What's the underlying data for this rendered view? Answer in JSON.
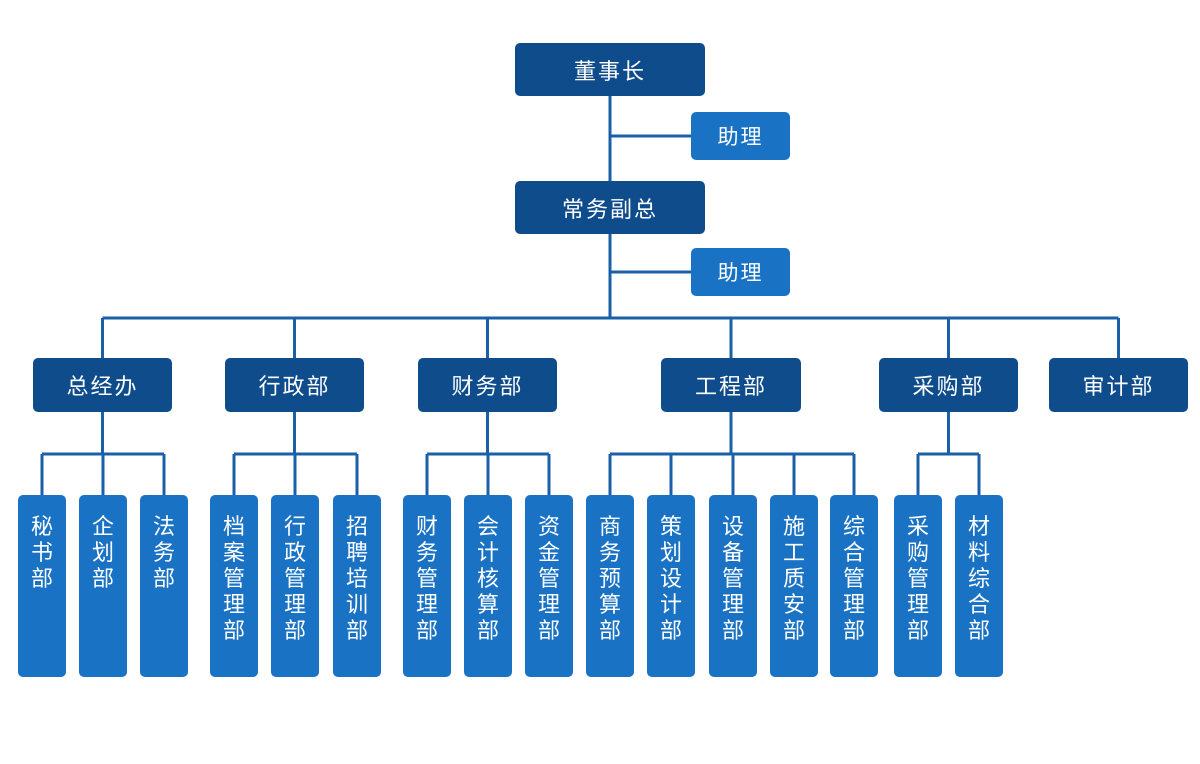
{
  "colors": {
    "dark_box": "#0f4c8c",
    "light_box": "#1a72c4",
    "line": "#1a5fa8",
    "background": "#ffffff"
  },
  "top": {
    "chairman": "董事长",
    "chairman_assistant": "助理",
    "vp": "常务副总",
    "vp_assistant": "助理"
  },
  "departments": [
    {
      "name": "总经办",
      "subs": [
        "秘书部",
        "企划部",
        "法务部"
      ]
    },
    {
      "name": "行政部",
      "subs": [
        "档案管理部",
        "行政管理部",
        "招聘培训部"
      ]
    },
    {
      "name": "财务部",
      "subs": [
        "财务管理部",
        "会计核算部",
        "资金管理部"
      ]
    },
    {
      "name": "工程部",
      "subs": [
        "商务预算部",
        "策划设计部",
        "设备管理部",
        "施工质安部",
        "综合管理部"
      ]
    },
    {
      "name": "采购部",
      "subs": [
        "采购管理部",
        "材料综合部"
      ]
    },
    {
      "name": "审计部",
      "subs": []
    }
  ]
}
